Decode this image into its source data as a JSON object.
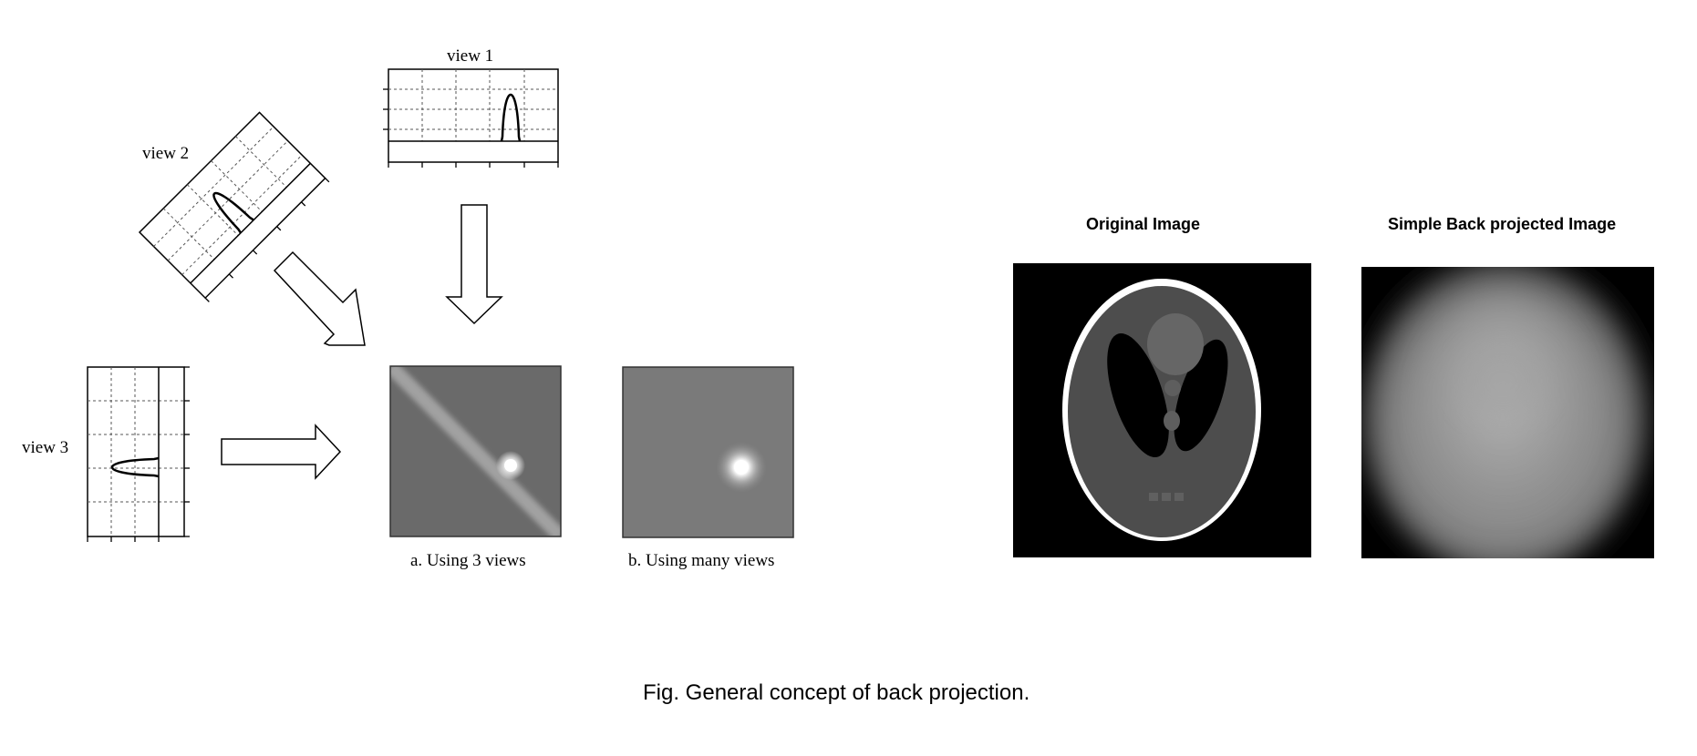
{
  "left_diagram": {
    "view1_label": "view 1",
    "view2_label": "view 2",
    "view3_label": "view 3",
    "caption_a": "a.  Using 3 views",
    "caption_b": "b.  Using many views"
  },
  "right_panels": {
    "original_title": "Original Image",
    "backprojected_title": "Simple Back projected Image"
  },
  "figure_caption": "Fig. General concept of back projection."
}
